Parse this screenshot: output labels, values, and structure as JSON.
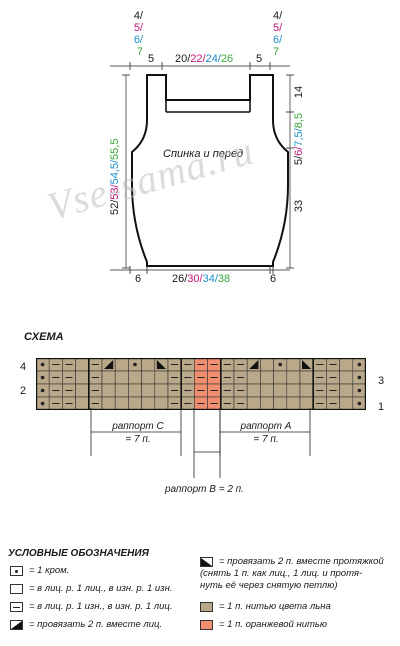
{
  "schematic": {
    "left_sizes": [
      "4/",
      "5/",
      "6/",
      "7"
    ],
    "right_sizes": [
      "4/",
      "5/",
      "6/",
      "7"
    ],
    "size_colors": [
      "#1a1a1a",
      "#c2187a",
      "#1e90c8",
      "#3aa83a"
    ],
    "strap_left": "5",
    "strap_right": "5",
    "top_width": [
      "20/",
      "22/",
      "24/",
      "26"
    ],
    "strap_height": "14",
    "armhole_height": [
      "5/",
      "6/",
      "7,5/",
      "8,5"
    ],
    "body_height": "33",
    "total_height": [
      "52/",
      "53/",
      "54,5/",
      "55,5"
    ],
    "bottom_left": "6",
    "bottom_right": "6",
    "bottom_width": [
      "26/",
      "30/",
      "34/",
      "38"
    ],
    "piece_label": "Спинка и перед"
  },
  "watermark": "Vse-sama.ru",
  "scheme": {
    "title": "СХЕМА",
    "row_labels_left": [
      "4",
      "2"
    ],
    "row_labels_right": [
      "3",
      "1"
    ],
    "repeat_c": [
      "раппорт С",
      "= 7 п."
    ],
    "repeat_a": [
      "раппорт А",
      "= 7 п."
    ],
    "repeat_b": "раппорт В = 2 п.",
    "colors": {
      "beige": "#b9a98a",
      "orange": "#ef8f70",
      "grid": "#333333"
    }
  },
  "legend": {
    "title": "УСЛОВНЫЕ ОБОЗНАЧЕНИЯ",
    "items_left": [
      "= 1 кром.",
      "= в лиц. р. 1 лиц., в изн. р. 1 изн.",
      "= в лиц. р. 1 изн., в изн. р. 1 лиц.",
      "= провязать 2 п. вместе лиц."
    ],
    "items_right": [
      "= провязать 2 п. вместе протяжкой",
      "(снять 1 п. как лиц., 1 лиц. и протя-",
      "нуть её через снятую петлю)",
      "= 1 п. нитью цвета льна",
      "= 1 п. оранжевой нитью"
    ]
  }
}
